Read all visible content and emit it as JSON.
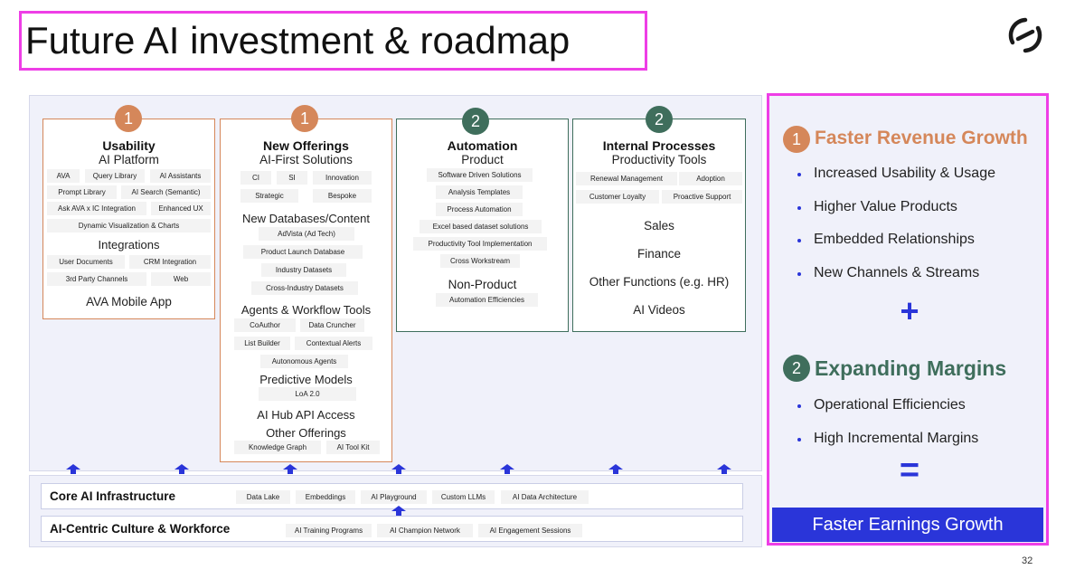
{
  "title": "Future AI investment & roadmap",
  "page_number": "32",
  "logo_icon": "circle-slash-logo-icon",
  "colors": {
    "orange": "#d5875a",
    "green": "#3f6e5c",
    "blue": "#2a35d9",
    "magenta": "#ee3ee6"
  },
  "columns": [
    {
      "badge": "1",
      "header": "Usability",
      "subtitle": "AI Platform",
      "chips1": [
        "AVA",
        "Query Library",
        "AI Assistants",
        "Prompt Library",
        "AI Search (Semantic)",
        "Ask AVA x IC Integration",
        "Enhanced UX",
        "Dynamic Visualization & Charts"
      ],
      "section_integrations": "Integrations",
      "chips2": [
        "User Documents",
        "CRM Integration",
        "3rd Party Channels",
        "Web"
      ],
      "footer": "AVA Mobile App"
    },
    {
      "badge": "1",
      "header": "New Offerings",
      "subtitle": "AI-First Solutions",
      "chips1": [
        "CI",
        "SI",
        "Innovation",
        "Strategic",
        "Bespoke"
      ],
      "section_databases": "New Databases/Content",
      "chips2": [
        "AdVista (Ad Tech)",
        "Product Launch Database",
        "Industry Datasets",
        "Cross-Industry Datasets"
      ],
      "section_agents": "Agents & Workflow Tools",
      "chips3": [
        "CoAuthor",
        "Data Cruncher",
        "List Builder",
        "Contextual Alerts",
        "Autonomous Agents"
      ],
      "section_predictive": "Predictive Models",
      "chips4": [
        "LoA 2.0"
      ],
      "section_api": "AI Hub API Access",
      "section_other": "Other Offerings",
      "chips5": [
        "Knowledge Graph",
        "AI Tool Kit"
      ]
    },
    {
      "badge": "2",
      "header": "Automation",
      "subtitle": "Product",
      "chips1": [
        "Software Driven Solutions",
        "Analysis Templates",
        "Process Automation",
        "Excel based dataset solutions",
        "Productivity Tool Implementation",
        "Cross Workstream"
      ],
      "section_nonproduct": "Non-Product",
      "chips2": [
        "Automation Efficiencies"
      ]
    },
    {
      "badge": "2",
      "header": "Internal Processes",
      "subtitle": "Productivity Tools",
      "chips1": [
        "Renewal Management",
        "Adoption",
        "Customer Loyalty",
        "Proactive Support"
      ],
      "items": [
        "Sales",
        "Finance",
        "Other Functions (e.g. HR)",
        "AI Videos"
      ]
    }
  ],
  "infrastructure": {
    "label": "Core AI Infrastructure",
    "chips": [
      "Data Lake",
      "Embeddings",
      "AI Playground",
      "Custom LLMs",
      "AI Data Architecture"
    ]
  },
  "culture": {
    "label": "AI-Centric Culture & Workforce",
    "chips": [
      "AI Training Programs",
      "AI Champion Network",
      "AI Engagement Sessions"
    ]
  },
  "right_panel": {
    "group1": {
      "badge": "1",
      "heading": "Faster Revenue Growth",
      "bullets": [
        "Increased Usability & Usage",
        "Higher Value Products",
        "Embedded Relationships",
        "New Channels & Streams"
      ]
    },
    "plus": "+",
    "group2": {
      "badge": "2",
      "heading": "Expanding Margins",
      "bullets": [
        "Operational Efficiencies",
        "High Incremental Margins"
      ]
    },
    "equals": "=",
    "result": "Faster Earnings Growth"
  }
}
